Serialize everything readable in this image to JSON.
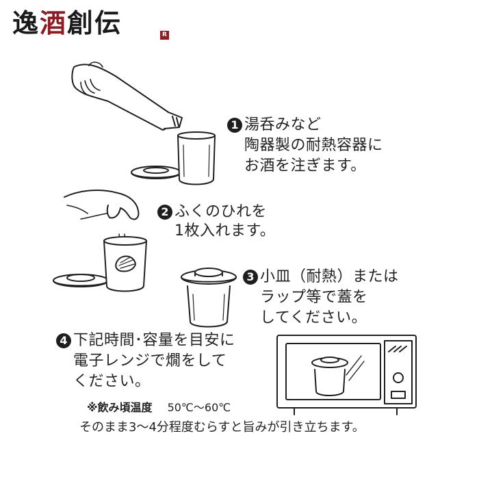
{
  "brand": {
    "name_a": "逸",
    "name_b": "酒",
    "name_c": "創伝",
    "mark": "R"
  },
  "steps": [
    {
      "number": "1",
      "lines": [
        "湯呑みなど",
        "陶器製の耐熱容器に",
        "お酒を注ぎます。"
      ]
    },
    {
      "number": "2",
      "lines": [
        "ふくのひれを",
        "1枚入れます。"
      ]
    },
    {
      "number": "3",
      "lines": [
        "小皿（耐熱）または",
        "ラップ等で蓋を",
        "してください。"
      ]
    },
    {
      "number": "4",
      "lines": [
        "下記時間･容量を目安に",
        "電子レンジで燗をして",
        "ください。"
      ]
    }
  ],
  "note": {
    "label": "※飲み頃温度",
    "temperature": "50℃〜60℃"
  },
  "caption": "そのまま3〜4分程度むらすと旨みが引き立ちます。",
  "colors": {
    "brand_accent": "#8c1d24",
    "ink": "#222222"
  },
  "illustrations": [
    "pour-sake-into-cup",
    "add-fin-to-cup",
    "cover-cup-with-lid",
    "microwave-oven"
  ]
}
